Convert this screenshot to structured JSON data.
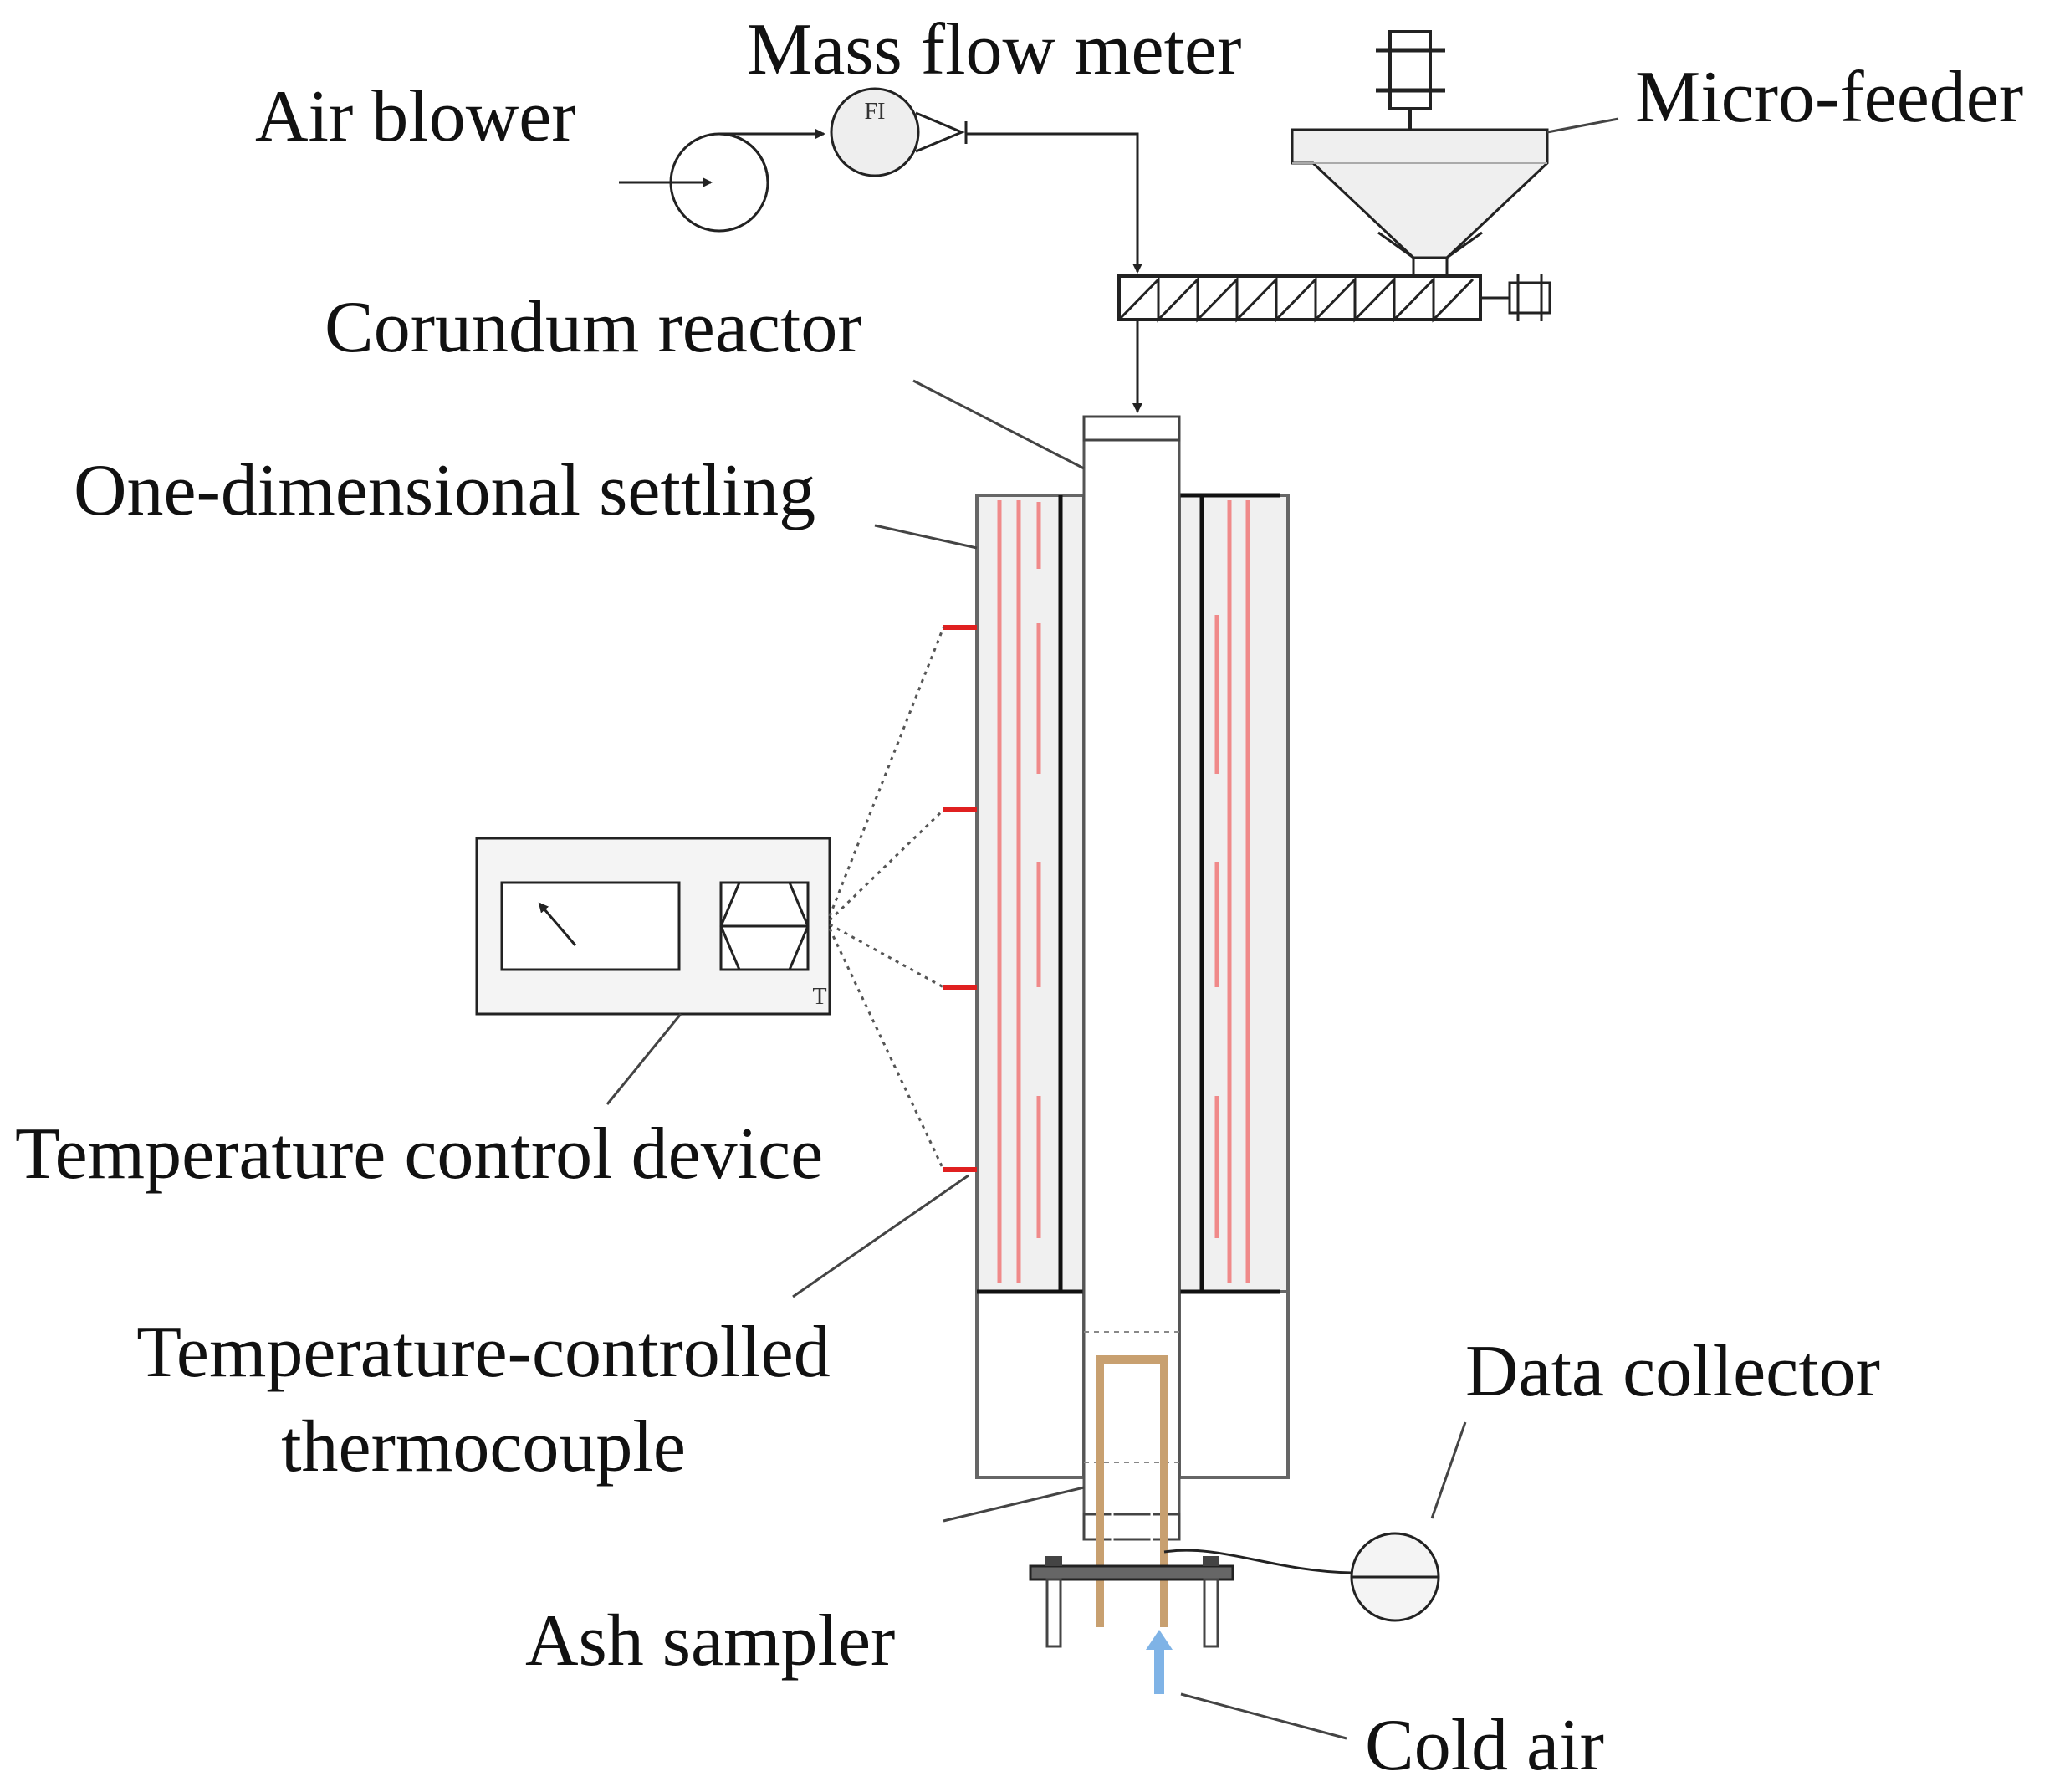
{
  "labels": {
    "air_blower": "Air blower",
    "mass_flow_meter": "Mass flow meter",
    "micro_feeder": "Micro-feeder",
    "corundum_reactor": "Corundum reactor",
    "one_dimensional_settling": "One-dimensional settling",
    "temperature_control_device": "Temperature control device",
    "temperature_controlled_thermocouple_line1": "Temperature-controlled",
    "temperature_controlled_thermocouple_line2": "thermocouple",
    "data_collector": "Data collector",
    "ash_sampler": "Ash sampler",
    "cold_air": "Cold air",
    "flow_meter_tag": "FI",
    "controller_tag": "T"
  },
  "colors": {
    "heater_element": "#f08a8a",
    "thermocouple_mark": "#e02020",
    "cold_air_arrow": "#7fb3e6",
    "sampler_probe": "#c8a070",
    "furnace_fill": "#f0f0f0",
    "hopper_fill": "#efefef"
  }
}
